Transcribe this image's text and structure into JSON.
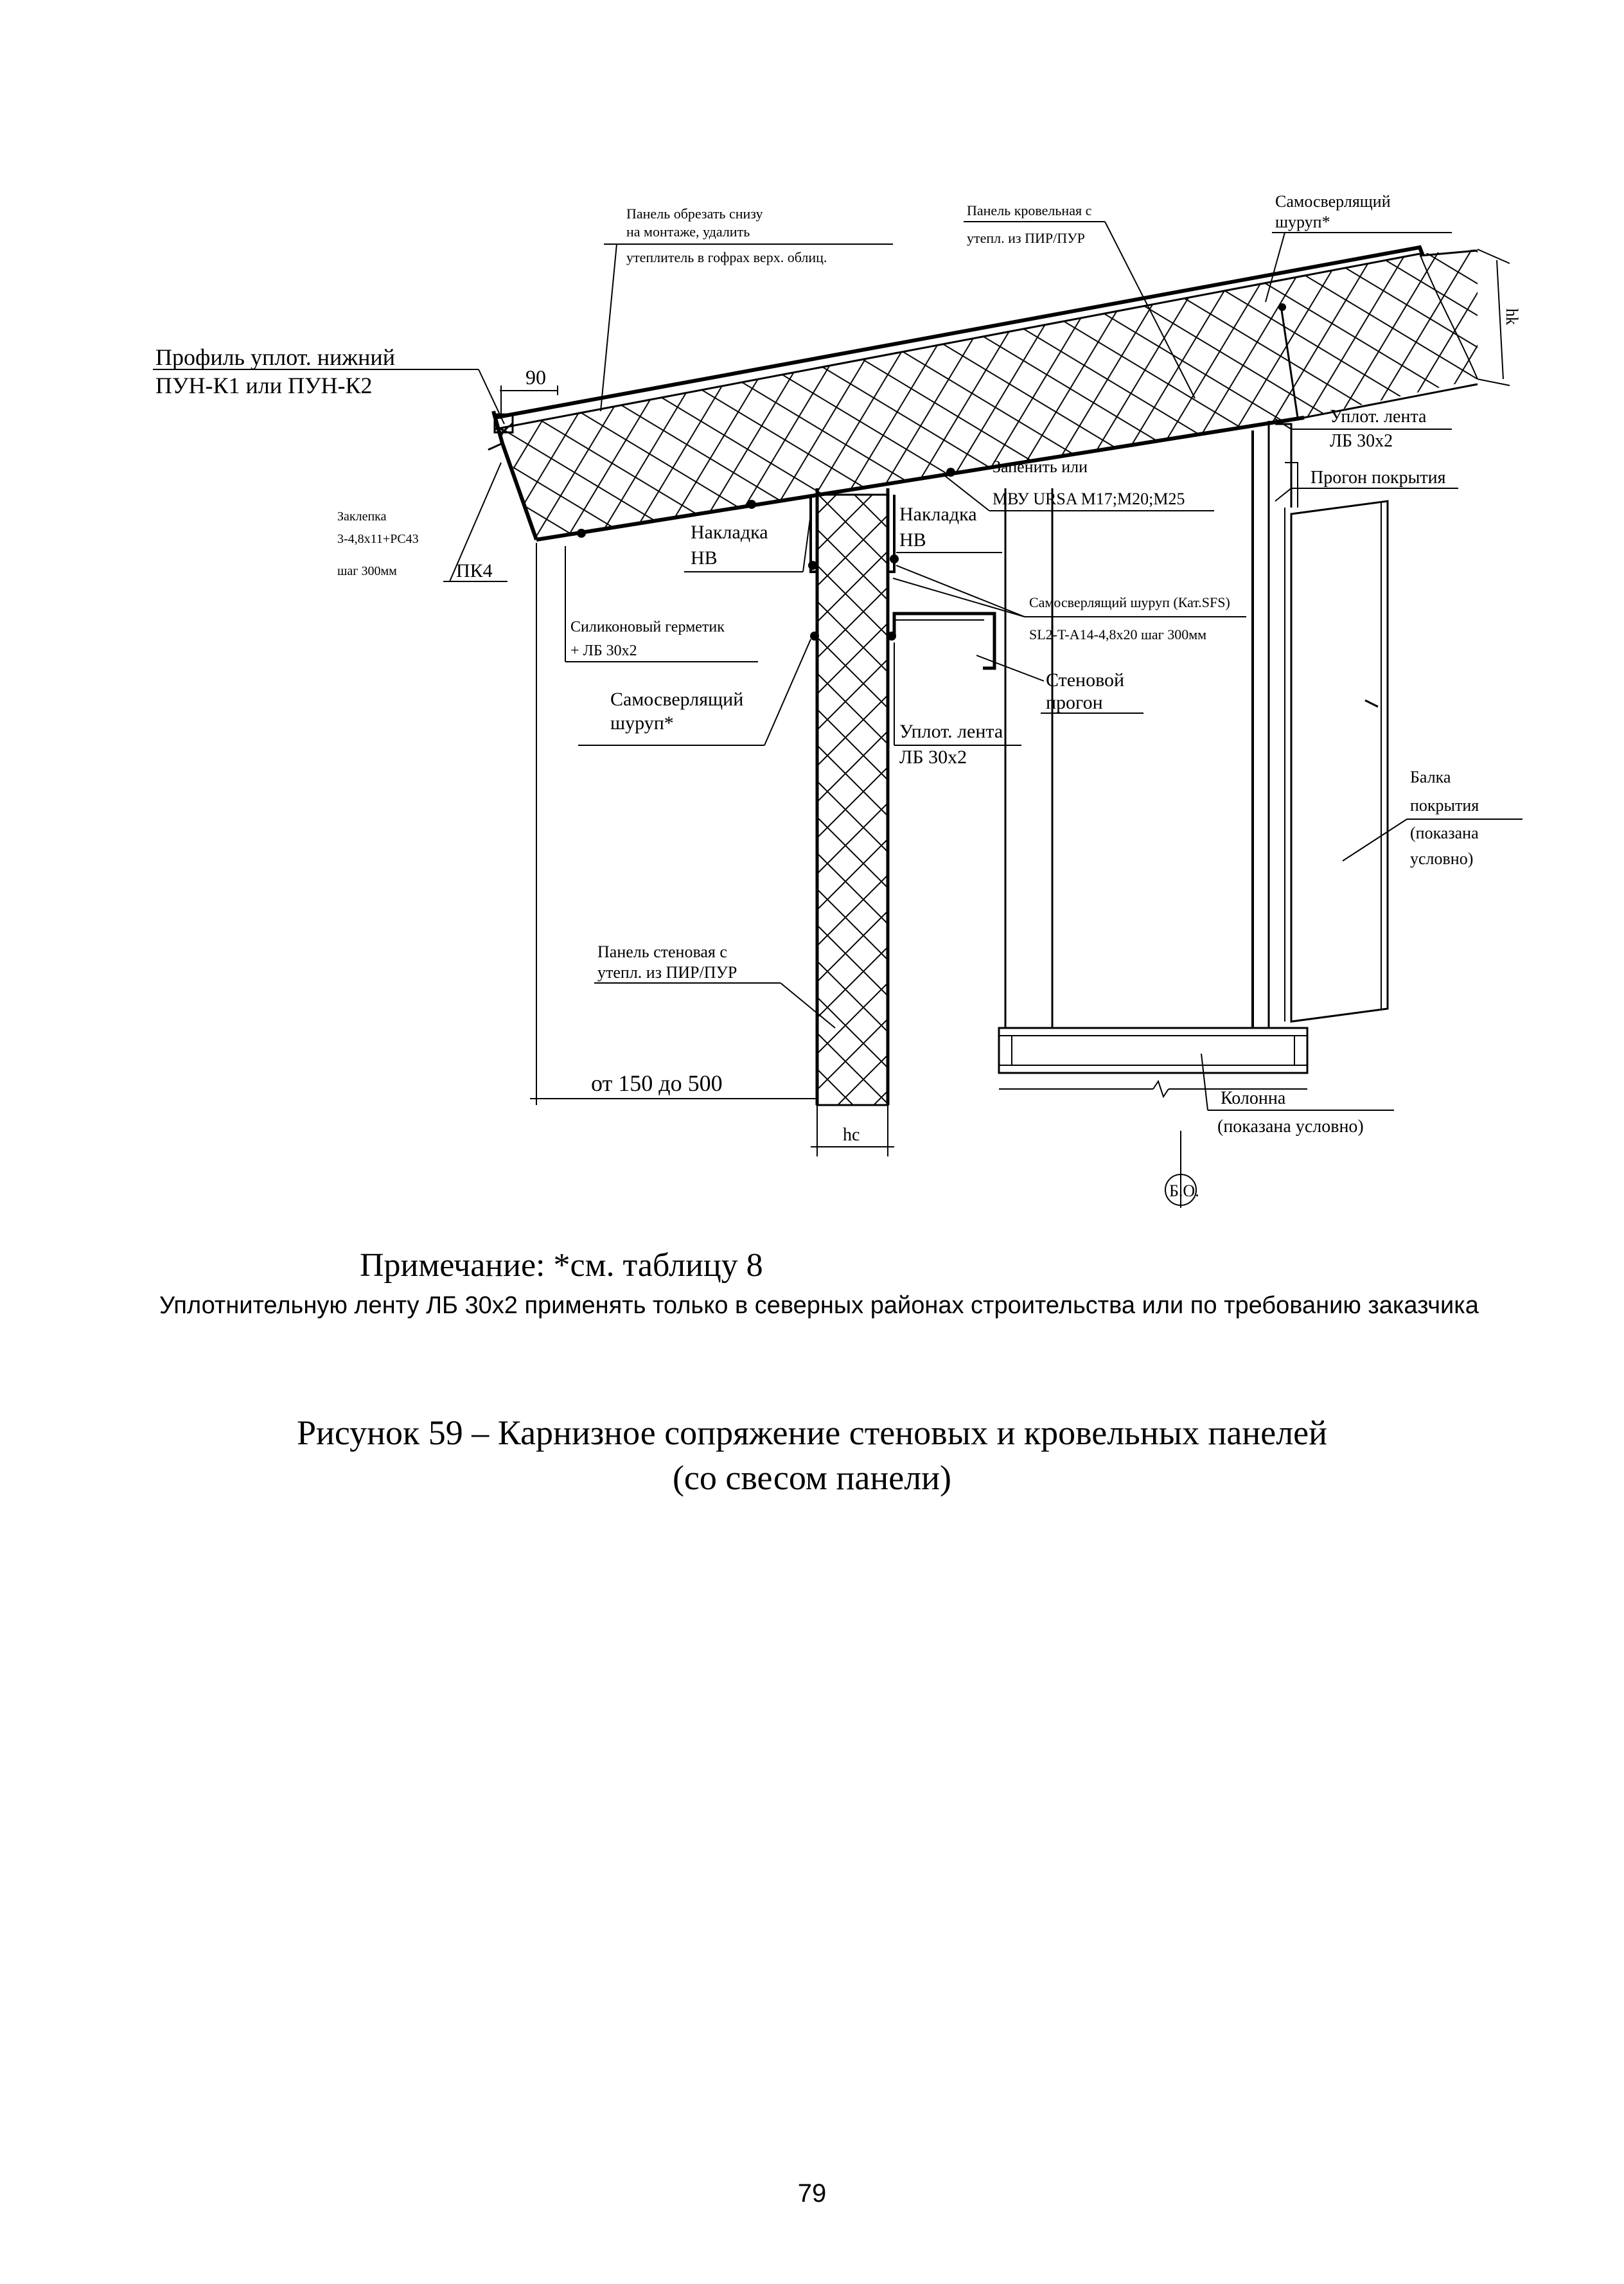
{
  "drawing": {
    "labels": {
      "panel_cut_l1": "Панель обрезать снизу",
      "panel_cut_l2": "на монтаже, удалить",
      "panel_cut_l3": "утеплитель в гофрах верх. облиц.",
      "roof_panel_l1": "Панель кровельная с",
      "roof_panel_l2": "утепл. из ПИР/ПУР",
      "screw_top_l1": "Самосверлящий",
      "screw_top_l2": "шуруп*",
      "profile_l1": "Профиль уплот. нижний",
      "profile_l2": "ПУН-К1 или ПУН-К2",
      "dim_90": "90",
      "dim_hk": "hk",
      "seal_tape_top_l1": "Уплот. лента",
      "seal_tape_top_l2": "ЛБ 30х2",
      "roof_purlin": "Прогон покрытия",
      "fill_l1": "Запенить или",
      "fill_l2": "МВУ URSA M17;M20;M25",
      "rivet_l1": "Заклепка",
      "rivet_l2": "3-4,8х11+PC43",
      "rivet_l3": "шаг 300мм",
      "pk4": "ПК4",
      "overlay_left_l1": "Накладка",
      "overlay_left_l2": "НВ",
      "overlay_right_l1": "Накладка",
      "overlay_right_l2": "НВ",
      "screw_sfs_l1": "Самосверлящий шуруп (Кат.SFS)",
      "screw_sfs_l2": "SL2-T-A14-4,8x20 шаг 300мм",
      "silicone_l1": "Силиконовый герметик",
      "silicone_l2": "+ ЛБ 30х2",
      "wall_purlin_l1": "Стеновой",
      "wall_purlin_l2": "прогон",
      "screw_mid_l1": "Самосверлящий",
      "screw_mid_l2": "шуруп*",
      "seal_tape_mid_l1": "Уплот. лента",
      "seal_tape_mid_l2": "ЛБ 30х2",
      "beam_l1": "Балка",
      "beam_l2": "покрытия",
      "beam_l3": "(показана",
      "beam_l4": "условно)",
      "wall_panel_l1": "Панель стеновая с",
      "wall_panel_l2": "утепл. из ПИР/ПУР",
      "dim_range": "от 150 до 500",
      "dim_hc": "hc",
      "column_l1": "Колонна",
      "column_l2": "(показана условно)",
      "axis_mark": "Б.О."
    }
  },
  "note_title": "Примечание: *см. таблицу 8",
  "note_body": "Уплотнительную ленту ЛБ 30х2 применять только в северных районах строительства или по требованию заказчика",
  "caption_line1": "Рисунок 59 – Карнизное сопряжение стеновых и кровельных панелей",
  "caption_line2": "(со свесом панели)",
  "page_number": "79"
}
